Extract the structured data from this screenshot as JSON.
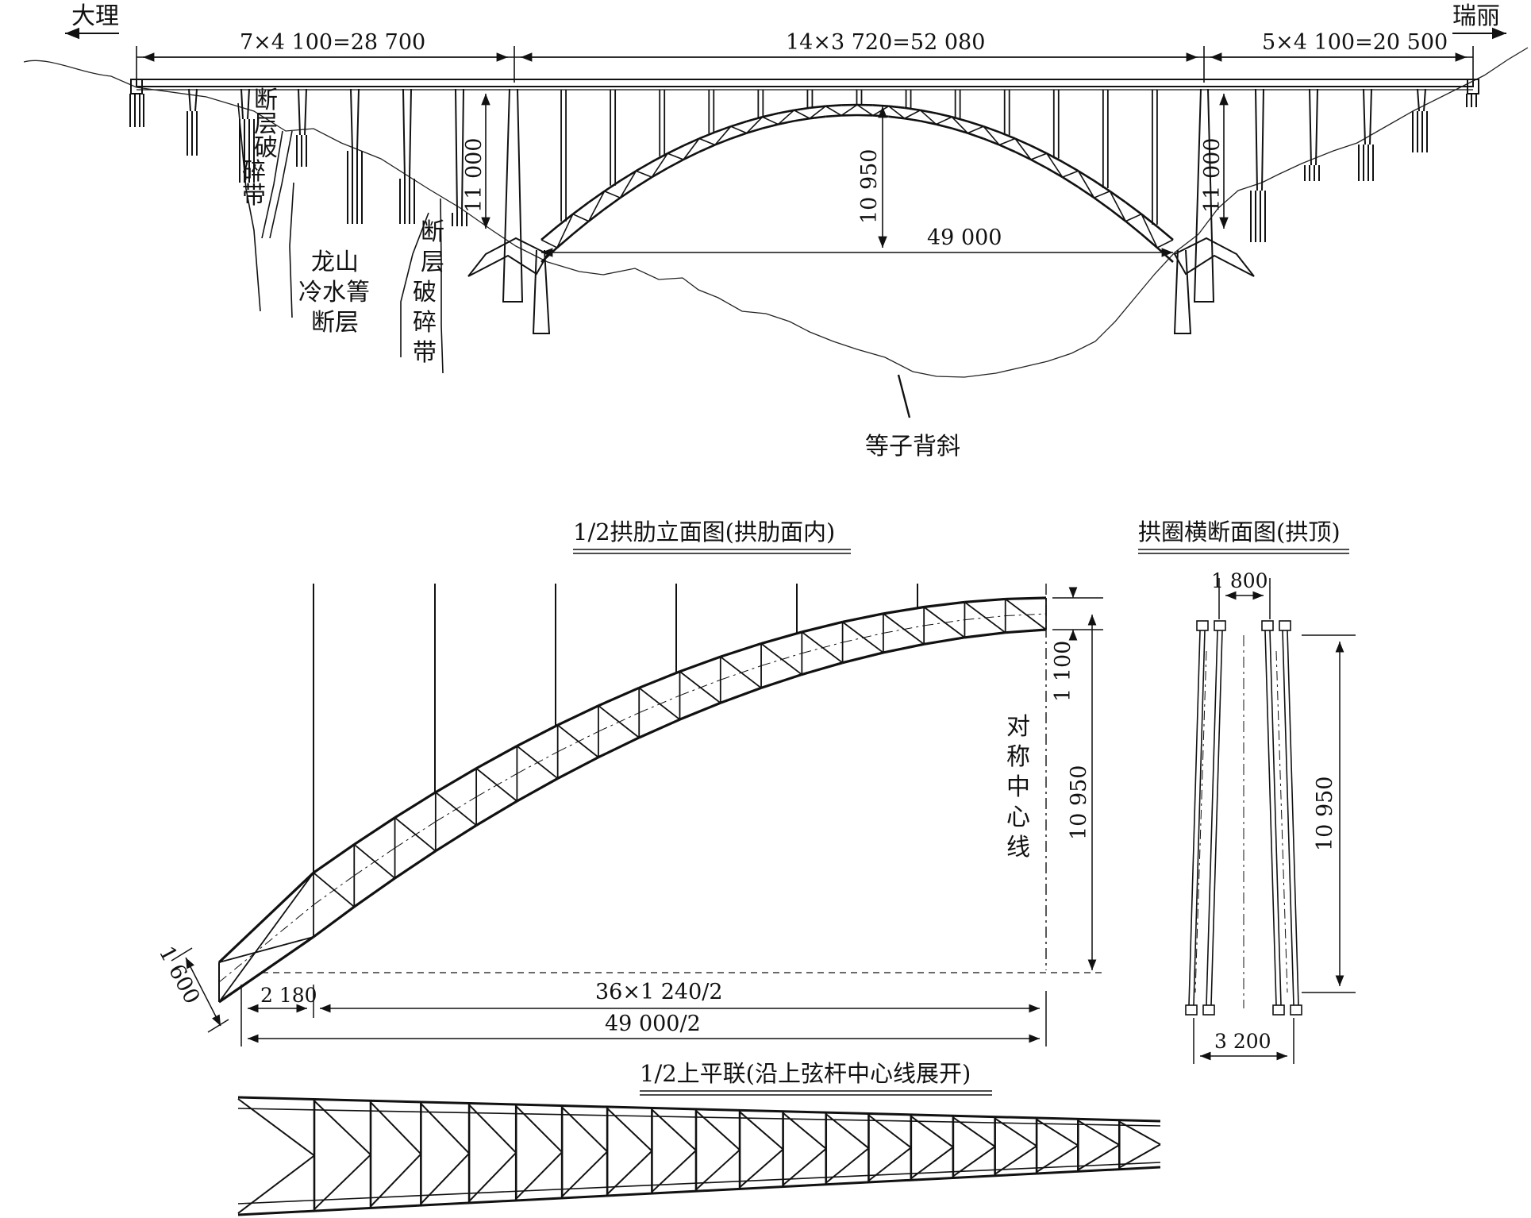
{
  "elevation": {
    "direction_left": "大理",
    "direction_right": "瑞丽",
    "span_left": "7×4 100=28 700",
    "span_center": "14×3 720=52 080",
    "span_right": "5×4 100=20 500",
    "pier_height_left": "11 000",
    "pier_height_right": "11 000",
    "arch_rise": "10 950",
    "arch_span": "49 000",
    "fault_zone_1": [
      "断",
      "层",
      "破",
      "碎",
      "带"
    ],
    "fault_zone_2": [
      "断",
      "层",
      "破",
      "碎",
      "带"
    ],
    "fault_name": [
      "龙山",
      "冷水箐",
      "断层"
    ],
    "anticline": "等子背斜"
  },
  "rib_elevation": {
    "title": "1/2拱肋立面图(拱肋面内)",
    "dim_depth_crown": "1 100",
    "dim_rise": "10 950",
    "dim_depth_springing": "1 600",
    "dim_first_panel": "2 180",
    "dim_panels": "36×1 240/2",
    "dim_half_span": "49 000/2",
    "symmetry_label": [
      "对",
      "称",
      "中",
      "心",
      "线"
    ]
  },
  "cross_section": {
    "title": "拱圈横断面图(拱顶)",
    "dim_top": "1 800",
    "dim_height": "10 950",
    "dim_bottom": "3 200"
  },
  "lateral_bracing": {
    "title": "1/2上平联(沿上弦杆中心线展开)"
  }
}
